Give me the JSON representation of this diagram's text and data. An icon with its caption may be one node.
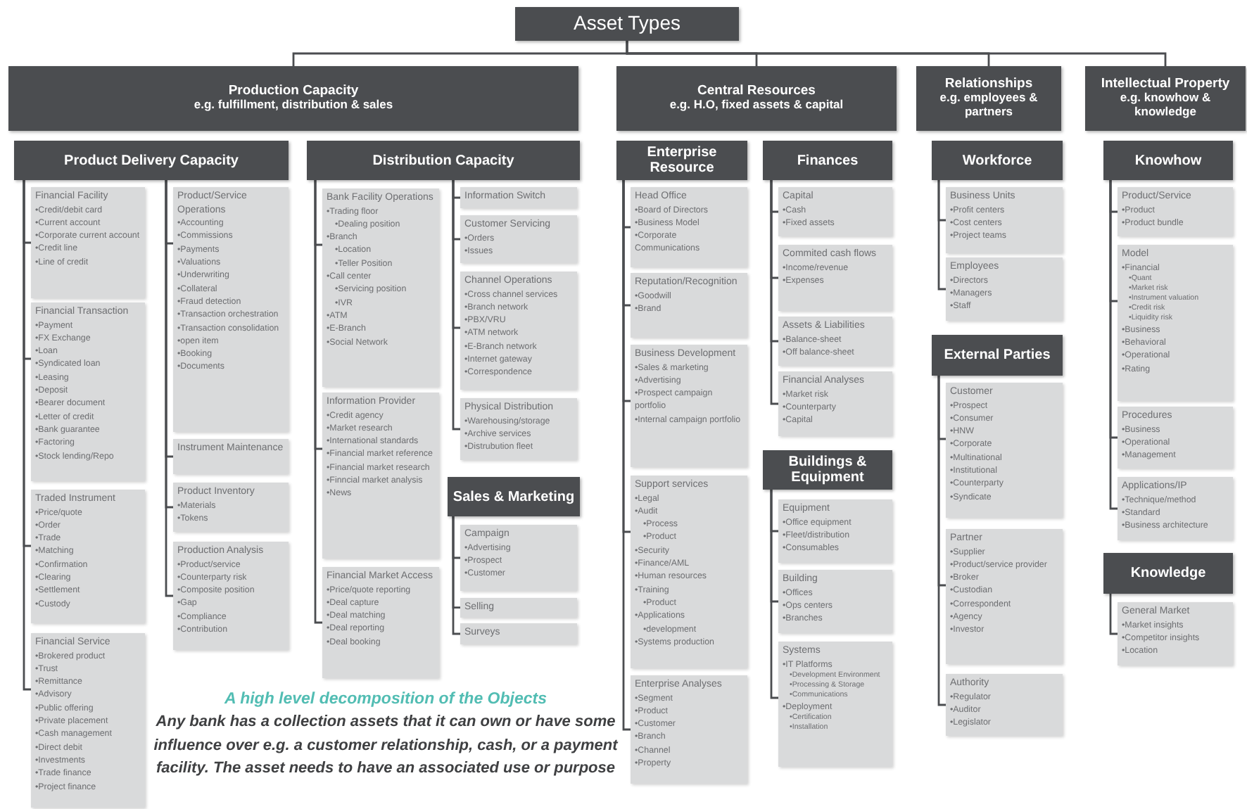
{
  "diagram": {
    "nodes": [
      {
        "text": [
          "Asset Types"
        ]
      },
      {
        "text": [
          "Production Capacity",
          "e.g. fulfillment, distribution & sales"
        ]
      },
      {
        "text": [
          "Central Resources",
          "e.g. H.O, fixed assets & capital"
        ]
      },
      {
        "text": [
          "Relationships",
          "e.g. employees & partners"
        ]
      },
      {
        "text": [
          "Intellectual Property",
          "e.g. knowhow & knowledge"
        ]
      },
      {
        "text": [
          "Product Delivery Capacity"
        ]
      },
      {
        "text": [
          "Financial Facility",
          "•Credit/debit card",
          "•Current account",
          "•Corporate current account",
          "•Credit line",
          "•Line of credit"
        ]
      },
      {
        "text": [
          "Financial Transaction",
          "•Payment",
          "•FX Exchange",
          "•Loan",
          "•Syndicated loan",
          "•Leasing",
          "•Deposit",
          "•Bearer document",
          "•Letter of credit",
          "•Bank guarantee",
          "•Factoring",
          "•Stock lending/Repo"
        ]
      },
      {
        "text": [
          "Traded Instrument",
          "•Price/quote",
          "•Order",
          "•Trade",
          "•Matching",
          "•Confirmation",
          "•Clearing",
          "•Settlement",
          "•Custody"
        ]
      },
      {
        "text": [
          "Financial Service",
          "•Brokered product",
          "•Trust",
          "•Remittance",
          "•Advisory",
          "•Public offering",
          "•Private placement",
          "•Cash management",
          "•Direct debit",
          "•Investments",
          "•Trade finance",
          "•Project finance"
        ]
      },
      {
        "text": [
          "Product/Service Operations",
          "•Accounting",
          "•Commissions",
          "•Payments",
          "•Valuations",
          "•Underwriting",
          "•Collateral",
          "•Fraud detection",
          "•Transaction orchestration",
          "•Transaction consolidation",
          "•open item",
          "•Booking",
          "•Documents"
        ]
      },
      {
        "text": [
          "Instrument Maintenance"
        ]
      },
      {
        "text": [
          "Product Inventory",
          "•Materials",
          "•Tokens"
        ]
      },
      {
        "text": [
          "Production Analysis",
          "•Product/service",
          "•Counterparty risk",
          "•Composite position",
          "•Gap",
          "•Compliance",
          "•Contribution"
        ]
      },
      {
        "text": [
          "Distribution Capacity"
        ]
      },
      {
        "text": [
          "Bank Facility Operations",
          "•Trading floor",
          "•Dealing position",
          "•Branch",
          "•Location",
          "•Teller Position",
          "•Call center",
          "•Servicing position",
          "•IVR",
          "•ATM",
          "•E-Branch",
          "•Social Network"
        ]
      },
      {
        "text": [
          "Information Provider",
          "•Credit agency",
          "•Market research",
          "•International standards",
          "•Financial market reference",
          "•Financial market research",
          "•Finncial market analysis",
          "•News"
        ]
      },
      {
        "text": [
          "Financial Market Access",
          "•Price/quote reporting",
          "•Deal capture",
          "•Deal matching",
          "•Deal reporting",
          "•Deal booking"
        ]
      },
      {
        "text": [
          "Information Switch"
        ]
      },
      {
        "text": [
          "Customer Servicing",
          "•Orders",
          "•Issues"
        ]
      },
      {
        "text": [
          "Channel Operations",
          "•Cross channel services",
          "•Branch network",
          "•PBX/VRU",
          "•ATM network",
          "•E-Branch network",
          "•Internet gateway",
          "•Correspondence"
        ]
      },
      {
        "text": [
          "Physical Distribution",
          "•Warehousing/storage",
          "•Archive services",
          "•Distrubution fleet"
        ]
      },
      {
        "text": [
          "Sales & Marketing"
        ]
      },
      {
        "text": [
          "Campaign",
          "•Advertising",
          "•Prospect",
          "•Customer"
        ]
      },
      {
        "text": [
          "Selling"
        ]
      },
      {
        "text": [
          "Surveys"
        ]
      },
      {
        "text": [
          "Enterprise Resource"
        ]
      },
      {
        "text": [
          "Head Office",
          "•Board of Directors",
          "•Business Model",
          "•Corporate Communications"
        ]
      },
      {
        "text": [
          "Reputation/Recognition",
          "•Goodwill",
          "•Brand"
        ]
      },
      {
        "text": [
          "Business Development",
          "•Sales & marketing",
          "•Advertising",
          "•Prospect campaign portfolio",
          "•Internal campaign portfolio"
        ]
      },
      {
        "text": [
          "Support services",
          "•Legal",
          "•Audit",
          "•Process",
          "•Product",
          "•Security",
          "•Finance/AML",
          "•Human resources",
          "•Training",
          "•Product",
          "•Applications",
          "•development",
          "•Systems production"
        ]
      },
      {
        "text": [
          "Enterprise Analyses",
          "•Segment",
          "•Product",
          "•Customer",
          "•Branch",
          "•Channel",
          "•Property"
        ]
      },
      {
        "text": [
          "Finances"
        ]
      },
      {
        "text": [
          "Capital",
          "•Cash",
          "•Fixed assets"
        ]
      },
      {
        "text": [
          "Commited cash flows",
          "•Income/revenue",
          "•Expenses"
        ]
      },
      {
        "text": [
          "Assets & Liabilities",
          "•Balance-sheet",
          "•Off balance-sheet"
        ]
      },
      {
        "text": [
          "Financial Analyses",
          "•Market risk",
          "•Counterparty",
          "•Capital"
        ]
      },
      {
        "text": [
          "Buildings & Equipment"
        ]
      },
      {
        "text": [
          "Equipment",
          "•Office equipment",
          "•Fleet/distribution",
          "•Consumables"
        ]
      },
      {
        "text": [
          "Building",
          "•Offices",
          "•Ops centers",
          "•Branches"
        ]
      },
      {
        "text": [
          "Systems",
          "•IT Platforms",
          "•Development Environment",
          "•Processing & Storage",
          "•Communications",
          "•Deployment",
          "•Certification",
          "•Installation"
        ]
      },
      {
        "text": [
          "Workforce"
        ]
      },
      {
        "text": [
          "Business Units",
          "•Profit centers",
          "•Cost centers",
          "•Project teams"
        ]
      },
      {
        "text": [
          "Employees",
          "•Directors",
          "•Managers",
          "•Staff"
        ]
      },
      {
        "text": [
          "External Parties"
        ]
      },
      {
        "text": [
          "Customer",
          "•Prospect",
          "•Consumer",
          "•HNW",
          "•Corporate",
          "•Multinational",
          "•Institutional",
          "•Counterparty",
          "•Syndicate"
        ]
      },
      {
        "text": [
          "Partner",
          "•Supplier",
          "•Product/service provider",
          "•Broker",
          "•Custodian",
          "•Correspondent",
          "•Agency",
          "•Investor"
        ]
      },
      {
        "text": [
          "Authority",
          "•Regulator",
          "•Auditor",
          "•Legislator"
        ]
      },
      {
        "text": [
          "Knowhow"
        ]
      },
      {
        "text": [
          "Product/Service",
          "•Product",
          "•Product bundle"
        ]
      },
      {
        "text": [
          "Model",
          "•Financial",
          "•Quant",
          "•Market risk",
          "•Instrument valuation",
          "•Credit risk",
          "•Liquidity risk",
          "•Business",
          "•Behavioral",
          "•Operational",
          "•Rating"
        ]
      },
      {
        "text": [
          "Procedures",
          "•Business",
          "•Operational",
          "•Management"
        ]
      },
      {
        "text": [
          "Applications/IP",
          "•Technique/method",
          "•Standard",
          "•Business architecture"
        ]
      },
      {
        "text": [
          "Knowledge"
        ]
      },
      {
        "text": [
          "General Market",
          "•Market insights",
          "•Competitor insights",
          "•Location"
        ]
      }
    ],
    "edges": [
      {
        "from": 0,
        "to": 1,
        "arrow": "none"
      },
      {
        "from": 0,
        "to": 2,
        "arrow": "none"
      },
      {
        "from": 0,
        "to": 3,
        "arrow": "none"
      },
      {
        "from": 0,
        "to": 4,
        "arrow": "none"
      },
      {
        "from": 5,
        "to": 6,
        "arrow": "none"
      },
      {
        "from": 5,
        "to": 7,
        "arrow": "none"
      },
      {
        "from": 5,
        "to": 8,
        "arrow": "none"
      },
      {
        "from": 5,
        "to": 9,
        "arrow": "none"
      },
      {
        "from": 5,
        "to": 10,
        "arrow": "none"
      },
      {
        "from": 5,
        "to": 11,
        "arrow": "none"
      },
      {
        "from": 5,
        "to": 12,
        "arrow": "none"
      },
      {
        "from": 5,
        "to": 13,
        "arrow": "none"
      },
      {
        "from": 14,
        "to": 15,
        "arrow": "none"
      },
      {
        "from": 14,
        "to": 16,
        "arrow": "none"
      },
      {
        "from": 14,
        "to": 17,
        "arrow": "none"
      },
      {
        "from": 14,
        "to": 18,
        "arrow": "none"
      },
      {
        "from": 14,
        "to": 19,
        "arrow": "none"
      },
      {
        "from": 14,
        "to": 20,
        "arrow": "none"
      },
      {
        "from": 14,
        "to": 21,
        "arrow": "none"
      },
      {
        "from": 22,
        "to": 23,
        "arrow": "none"
      },
      {
        "from": 22,
        "to": 24,
        "arrow": "none"
      },
      {
        "from": 22,
        "to": 25,
        "arrow": "none"
      },
      {
        "from": 26,
        "to": 27,
        "arrow": "none"
      },
      {
        "from": 26,
        "to": 28,
        "arrow": "none"
      },
      {
        "from": 26,
        "to": 29,
        "arrow": "none"
      },
      {
        "from": 26,
        "to": 30,
        "arrow": "none"
      },
      {
        "from": 26,
        "to": 31,
        "arrow": "none"
      },
      {
        "from": 32,
        "to": 33,
        "arrow": "none"
      },
      {
        "from": 32,
        "to": 34,
        "arrow": "none"
      },
      {
        "from": 32,
        "to": 35,
        "arrow": "none"
      },
      {
        "from": 32,
        "to": 36,
        "arrow": "none"
      },
      {
        "from": 37,
        "to": 38,
        "arrow": "none"
      },
      {
        "from": 37,
        "to": 39,
        "arrow": "none"
      },
      {
        "from": 37,
        "to": 40,
        "arrow": "none"
      },
      {
        "from": 41,
        "to": 42,
        "arrow": "none"
      },
      {
        "from": 41,
        "to": 43,
        "arrow": "none"
      },
      {
        "from": 44,
        "to": 45,
        "arrow": "none"
      },
      {
        "from": 44,
        "to": 46,
        "arrow": "none"
      },
      {
        "from": 44,
        "to": 47,
        "arrow": "none"
      },
      {
        "from": 48,
        "to": 49,
        "arrow": "none"
      },
      {
        "from": 48,
        "to": 50,
        "arrow": "none"
      },
      {
        "from": 48,
        "to": 51,
        "arrow": "none"
      },
      {
        "from": 48,
        "to": 52,
        "arrow": "none"
      },
      {
        "from": 53,
        "to": 54,
        "arrow": "none"
      }
    ],
    "labels": [
      "A high level decomposition of the Objects",
      "Any bank has a collection assets that it can own or have some influence over e.g. a customer relationship, cash, or a payment facility.  The asset needs to have an associated use or purpose"
    ]
  }
}
